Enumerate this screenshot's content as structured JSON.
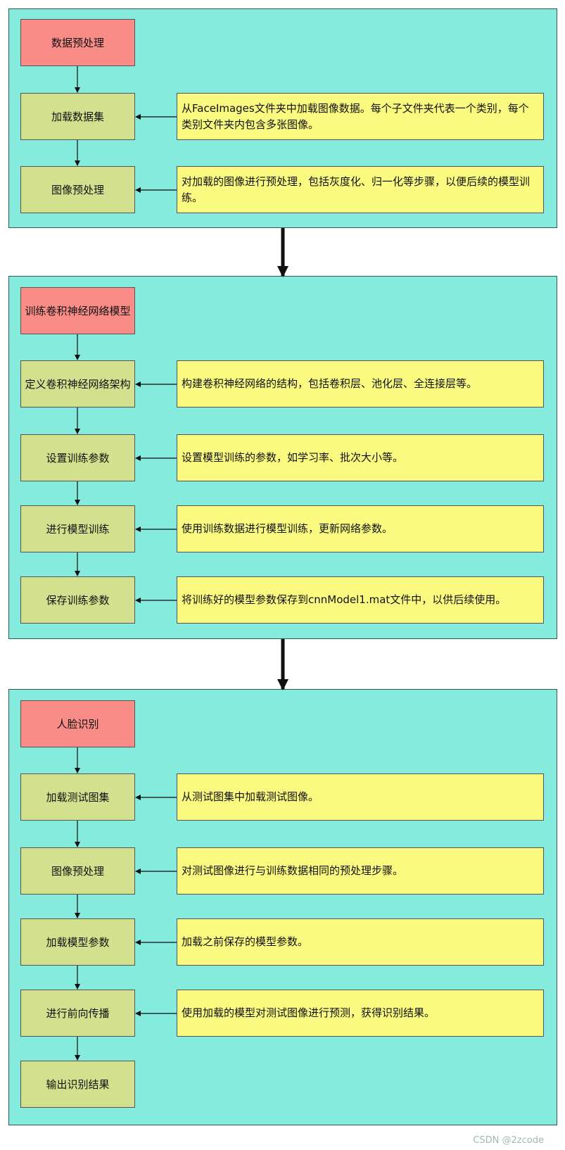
{
  "sections": [
    {
      "title": "数据预处理",
      "steps": [
        {
          "label": "加载数据集",
          "desc": "从FaceImages文件夹中加载图像数据。每个子文件夹代表一个类别，每个类别文件夹内包含多张图像。"
        },
        {
          "label": "图像预处理",
          "desc": "对加载的图像进行预处理，包括灰度化、归一化等步骤，以便后续的模型训练。"
        }
      ]
    },
    {
      "title": "训练卷积神经网络模型",
      "steps": [
        {
          "label": "定义卷积神经网络架构",
          "desc": "构建卷积神经网络的结构，包括卷积层、池化层、全连接层等。"
        },
        {
          "label": "设置训练参数",
          "desc": "设置模型训练的参数，如学习率、批次大小等。"
        },
        {
          "label": "进行模型训练",
          "desc": "使用训练数据进行模型训练，更新网络参数。"
        },
        {
          "label": "保存训练参数",
          "desc": "将训练好的模型参数保存到cnnModel1.mat文件中，以供后续使用。"
        }
      ]
    },
    {
      "title": "人脸识别",
      "steps": [
        {
          "label": "加载测试图集",
          "desc": "从测试图集中加载测试图像。"
        },
        {
          "label": "图像预处理",
          "desc": "对测试图像进行与训练数据相同的预处理步骤。"
        },
        {
          "label": "加载模型参数",
          "desc": "加载之前保存的模型参数。"
        },
        {
          "label": "进行前向传播",
          "desc": "使用加载的模型对测试图像进行预测，获得识别结果。"
        },
        {
          "label": "输出识别结果"
        }
      ]
    }
  ],
  "watermark": "CSDN @2zcode",
  "colors": {
    "panel": "#85ebdc",
    "title_box": "#f98c86",
    "step_box": "#d3e08d",
    "desc_box": "#fbfa80"
  }
}
